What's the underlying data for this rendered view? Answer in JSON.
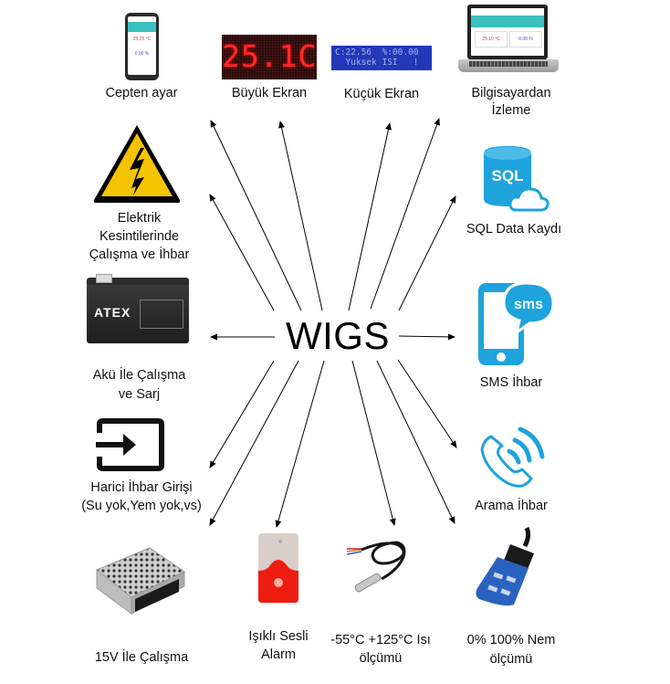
{
  "center": {
    "title": "WIGS"
  },
  "colors": {
    "accent_blue": "#1ea3dc",
    "warning_yellow": "#f5c400",
    "led_red": "#ff2a2a",
    "lcd_blue": "#2238b8",
    "teal": "#3cbfbf"
  },
  "nodes": {
    "mobile": {
      "label": "Cepten ayar",
      "icon": "smartphone-icon",
      "temp_value": "25.25 °C",
      "hum_value": "0.00 %"
    },
    "big_display": {
      "label": "Büyük Ekran",
      "icon": "led-display-icon",
      "display_text": "25.1C"
    },
    "small_display": {
      "label": "Küçük Ekran",
      "icon": "lcd-display-icon",
      "line1": "C:22.56  %:00.00",
      "line2": "  Yuksek ISI   !"
    },
    "computer": {
      "label_line1": "Bilgisayardan",
      "label_line2": "İzleme",
      "icon": "laptop-icon",
      "temp_value": "25.10 °C",
      "hum_value": "0.00 %"
    },
    "power_outage": {
      "label_line1": "Elektrik",
      "label_line2": "Kesintilerinde",
      "label_line3": "Çalışma ve İhbar",
      "icon": "high-voltage-warning-icon"
    },
    "sql": {
      "label": "SQL Data Kaydı",
      "icon": "sql-database-cloud-icon",
      "icon_text": "SQL"
    },
    "battery": {
      "label_line1": "Akü İle Çalışma",
      "label_line2": "ve Sarj",
      "icon": "battery-icon",
      "brand": "ATEX"
    },
    "sms": {
      "label": "SMS İhbar",
      "icon": "sms-phone-icon",
      "icon_text": "sms"
    },
    "external_input": {
      "label_line1": "Harici İhbar Girişi",
      "label_line2": "(Su yok,Yem yok,vs)",
      "icon": "input-icon"
    },
    "call": {
      "label": "Arama İhbar",
      "icon": "phone-call-icon"
    },
    "psu": {
      "label": "15V İle Çalışma",
      "icon": "power-supply-icon"
    },
    "alarm": {
      "label_line1": "Işıklı Sesli",
      "label_line2": "Alarm",
      "icon": "siren-icon"
    },
    "temp_sensor": {
      "label_line1": "-55°C +125°C Isı",
      "label_line2": "ölçümü",
      "icon": "temperature-probe-icon"
    },
    "humidity_sensor": {
      "label_line1": "0% 100% Nem",
      "label_line2": "ölçümü",
      "icon": "humidity-sensor-icon"
    }
  },
  "edges": [
    {
      "from": "WIGS",
      "to": "mobile"
    },
    {
      "from": "WIGS",
      "to": "big_display"
    },
    {
      "from": "WIGS",
      "to": "small_display"
    },
    {
      "from": "WIGS",
      "to": "computer"
    },
    {
      "from": "WIGS",
      "to": "power_outage"
    },
    {
      "from": "WIGS",
      "to": "sql"
    },
    {
      "from": "WIGS",
      "to": "battery"
    },
    {
      "from": "WIGS",
      "to": "sms"
    },
    {
      "from": "WIGS",
      "to": "external_input"
    },
    {
      "from": "WIGS",
      "to": "call"
    },
    {
      "from": "WIGS",
      "to": "psu"
    },
    {
      "from": "WIGS",
      "to": "alarm"
    },
    {
      "from": "WIGS",
      "to": "temp_sensor"
    },
    {
      "from": "WIGS",
      "to": "humidity_sensor"
    }
  ]
}
